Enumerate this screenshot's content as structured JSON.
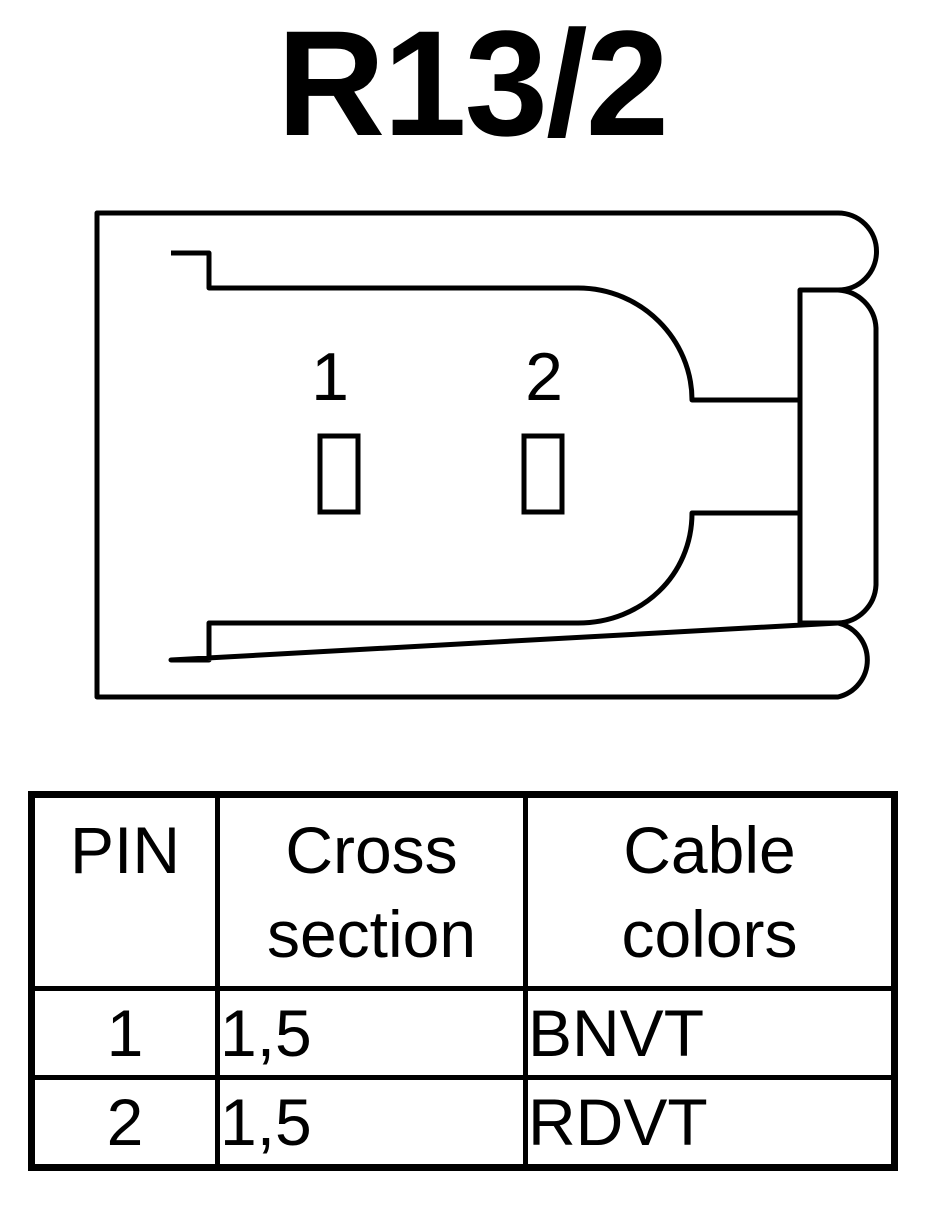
{
  "title": "R13/2",
  "connector": {
    "pin_labels": [
      "1",
      "2"
    ]
  },
  "table": {
    "headers": {
      "pin": "PIN",
      "cross_line1": "Cross",
      "cross_line2": "section",
      "cable_line1": "Cable",
      "cable_line2": "colors"
    },
    "rows": [
      {
        "pin": "1",
        "cross_section": "1,5",
        "cable_color": "BNVT"
      },
      {
        "pin": "2",
        "cross_section": "1,5",
        "cable_color": "RDVT"
      }
    ]
  },
  "colors": {
    "stroke": "#000000",
    "background": "#ffffff"
  }
}
